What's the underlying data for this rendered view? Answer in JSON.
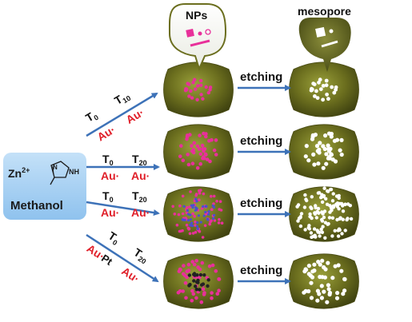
{
  "precursor": {
    "ion": "Zn",
    "ion_charge": "2+",
    "ligand_atom": "NH",
    "solvent": "Methanol"
  },
  "callouts": {
    "left": "NPs",
    "right": "mesopore"
  },
  "etching_label": "etching",
  "routes": [
    {
      "t_start": "T",
      "t_start_sub": "0",
      "t_end": "T",
      "t_end_sub": "10",
      "metal_start": "Au",
      "metal_end": "Au",
      "dot_start": "·",
      "dot_end": "·",
      "extra_metal": ""
    },
    {
      "t_start": "T",
      "t_start_sub": "0",
      "t_end": "T",
      "t_end_sub": "20",
      "metal_start": "Au",
      "metal_end": "Au",
      "dot_start": "·",
      "dot_end": "·",
      "extra_metal": ""
    },
    {
      "t_start": "T",
      "t_start_sub": "0",
      "t_end": "T",
      "t_end_sub": "20",
      "metal_start": "Au",
      "metal_end": "Au",
      "dot_start": "·",
      "dot_end": "·",
      "extra_metal": ""
    },
    {
      "t_start": "T",
      "t_start_sub": "0",
      "t_end": "T",
      "t_end_sub": "20",
      "metal_start": "Au",
      "metal_end": "Au",
      "dot_start": "·",
      "dot_end": "·",
      "extra_metal": "Pt"
    }
  ],
  "colors": {
    "precursor_box": "#a9d0f2",
    "crystal": "#6b6e1e",
    "arrow": "#3d72b8",
    "metal_text": "#e0202a",
    "nanoparticle": "#e8309a",
    "pore": "#ffffff",
    "dark_particle": "#222222"
  }
}
